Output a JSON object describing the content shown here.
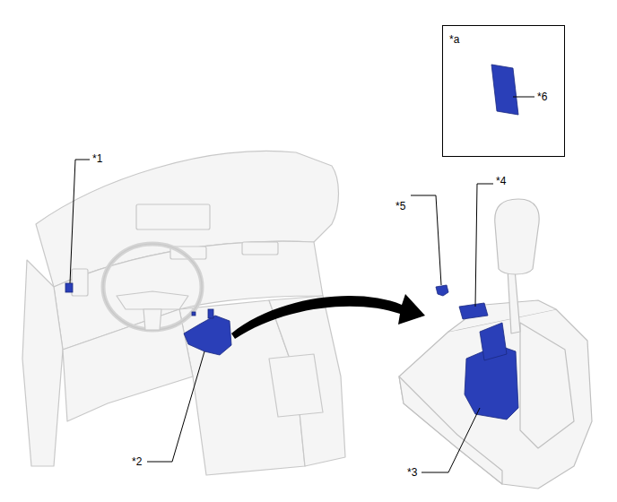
{
  "diagram": {
    "nodes": [
      {
        "text": [
          "*a"
        ]
      }
    ],
    "labels": [
      "*1",
      "*2",
      "*3",
      "*4",
      "*5",
      "*6"
    ]
  }
}
